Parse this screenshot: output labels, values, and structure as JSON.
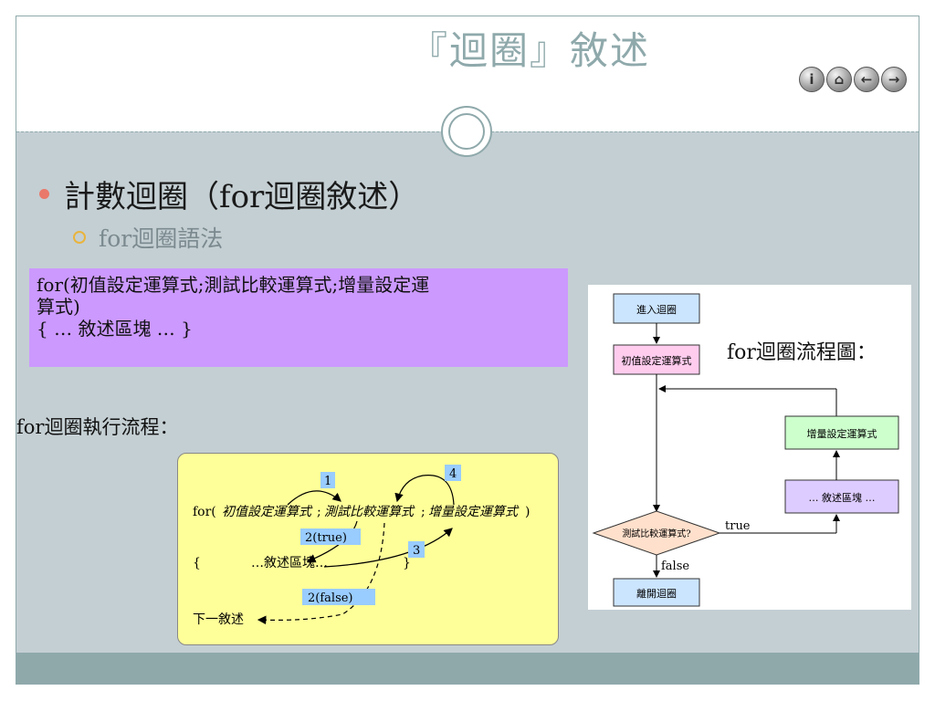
{
  "title": "『迴圈』敘述",
  "nav": {
    "info_icon": "info-icon",
    "home_icon": "home-icon",
    "prev_icon": "arrow-left-icon",
    "next_icon": "arrow-right-icon",
    "info_glyph": "i",
    "home_glyph": "⌂",
    "prev_glyph": "←",
    "next_glyph": "→"
  },
  "bullets": {
    "main": "計數迴圈（for迴圈敘述）",
    "sub": "for迴圈語法"
  },
  "syntax": {
    "line1": "for(初值設定運算式;測試比較運算式;增量設定運",
    "line2": "算式)",
    "line3": "{ … 敘述區塊 … }"
  },
  "exec_label": "for迴圈執行流程：",
  "exec_diagram": {
    "for_text": "for(",
    "init_text": "初值設定運算式",
    "semi1": ";",
    "test_text": "測試比較運算式",
    "semi2": ";",
    "inc_text": "增量設定運算式",
    "close_paren": ")",
    "block_open": "{",
    "block_text": "…敘述區塊…",
    "block_close": "}",
    "next_text": "下一敘述",
    "step1": "1",
    "step2_true": "2(true)",
    "step3": "3",
    "step4": "4",
    "step2_false": "2(false)"
  },
  "flowchart": {
    "title": "for迴圈流程圖：",
    "enter": "進入迴圈",
    "init": "初值設定運算式",
    "increment": "增量設定運算式",
    "block": "… 敘述區塊 …",
    "test": "測試比較運算式?",
    "true_label": "true",
    "false_label": "false",
    "exit": "離開迴圈"
  },
  "colors": {
    "accent": "#8fa9ab",
    "bullet_dot": "#e9796a",
    "bullet_ring": "#e9b43d",
    "syntax_bg": "#cc99ff",
    "panel_yellow": "#ffff99",
    "label_blue": "#99ccff",
    "fc_enter": "#cce5ff",
    "fc_init": "#ffccee",
    "fc_increment": "#ccffcc",
    "fc_block": "#ddccff",
    "fc_test": "#ffe0cc",
    "fc_exit": "#cce5ff"
  }
}
